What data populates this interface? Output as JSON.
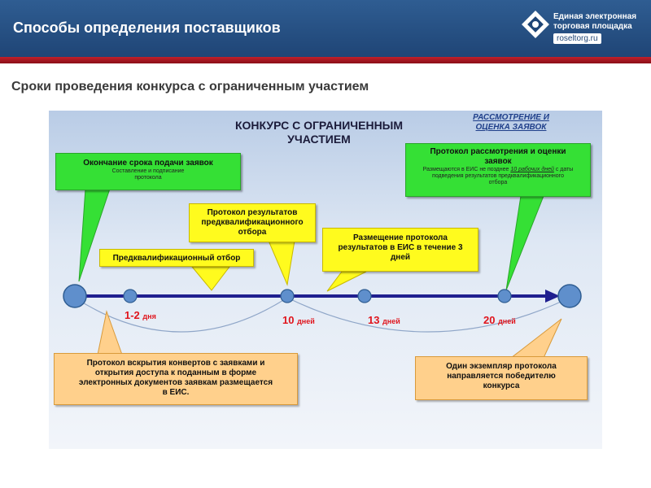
{
  "header": {
    "title": "Способы определения поставщиков",
    "logo_line1": "Единая электронная",
    "logo_line2": "торговая площадка",
    "logo_url": "roseltorg.ru"
  },
  "subtitle": "Сроки проведения конкурса с ограниченным участием",
  "diagram": {
    "title_line1": "КОНКУРС С ОГРАНИЧЕННЫМ",
    "title_line2": "УЧАСТИЕМ",
    "right_title_line1": "РАССМОТРЕНИЕ И",
    "right_title_line2": "ОЦЕНКА ЗАЯВОК",
    "box_end_submission": {
      "title": "Окончание срока подачи заявок",
      "sub_line1": "Составление и подписание",
      "sub_line2": "протокола"
    },
    "box_review_protocol": {
      "title_line1": "Протокол рассмотрения и оценки",
      "title_line2": "заявок",
      "sub_part1": "Размещаются в ЕИС не позднее ",
      "sub_part2": "10 рабочих дней",
      "sub_part3": " с даты",
      "sub_line2": "подведения результатов предквалификационного",
      "sub_line3": "отбора"
    },
    "box_preq_results": {
      "line1": "Протокол результатов",
      "line2": "предквалификационного",
      "line3": "отбора"
    },
    "box_preq_selection": "Предквалификационный отбор",
    "box_publish": {
      "line1": "Размещение протокола",
      "line2": "результатов в ЕИС в течение 3",
      "line3": "дней"
    },
    "box_opening": {
      "line1": "Протокол вскрытия конвертов с заявками и",
      "line2": "открытия доступа к поданным в форме",
      "line3": "электронных документов заявкам размещается",
      "line4": "в ЕИС."
    },
    "box_winner": {
      "line1": "Один экземпляр протокола",
      "line2": "направляется победителю",
      "line3": "конкурса"
    },
    "days": [
      {
        "num": "1-2",
        "unit": "дня"
      },
      {
        "num": "10",
        "unit": "дней"
      },
      {
        "num": "13",
        "unit": "дней"
      },
      {
        "num": "20",
        "unit": "дней"
      }
    ],
    "colors": {
      "green": "#35e035",
      "yellow": "#fffb1e",
      "orange": "#ffd08c",
      "arrow": "#1f1f8f",
      "day_red": "#e0141c"
    }
  }
}
